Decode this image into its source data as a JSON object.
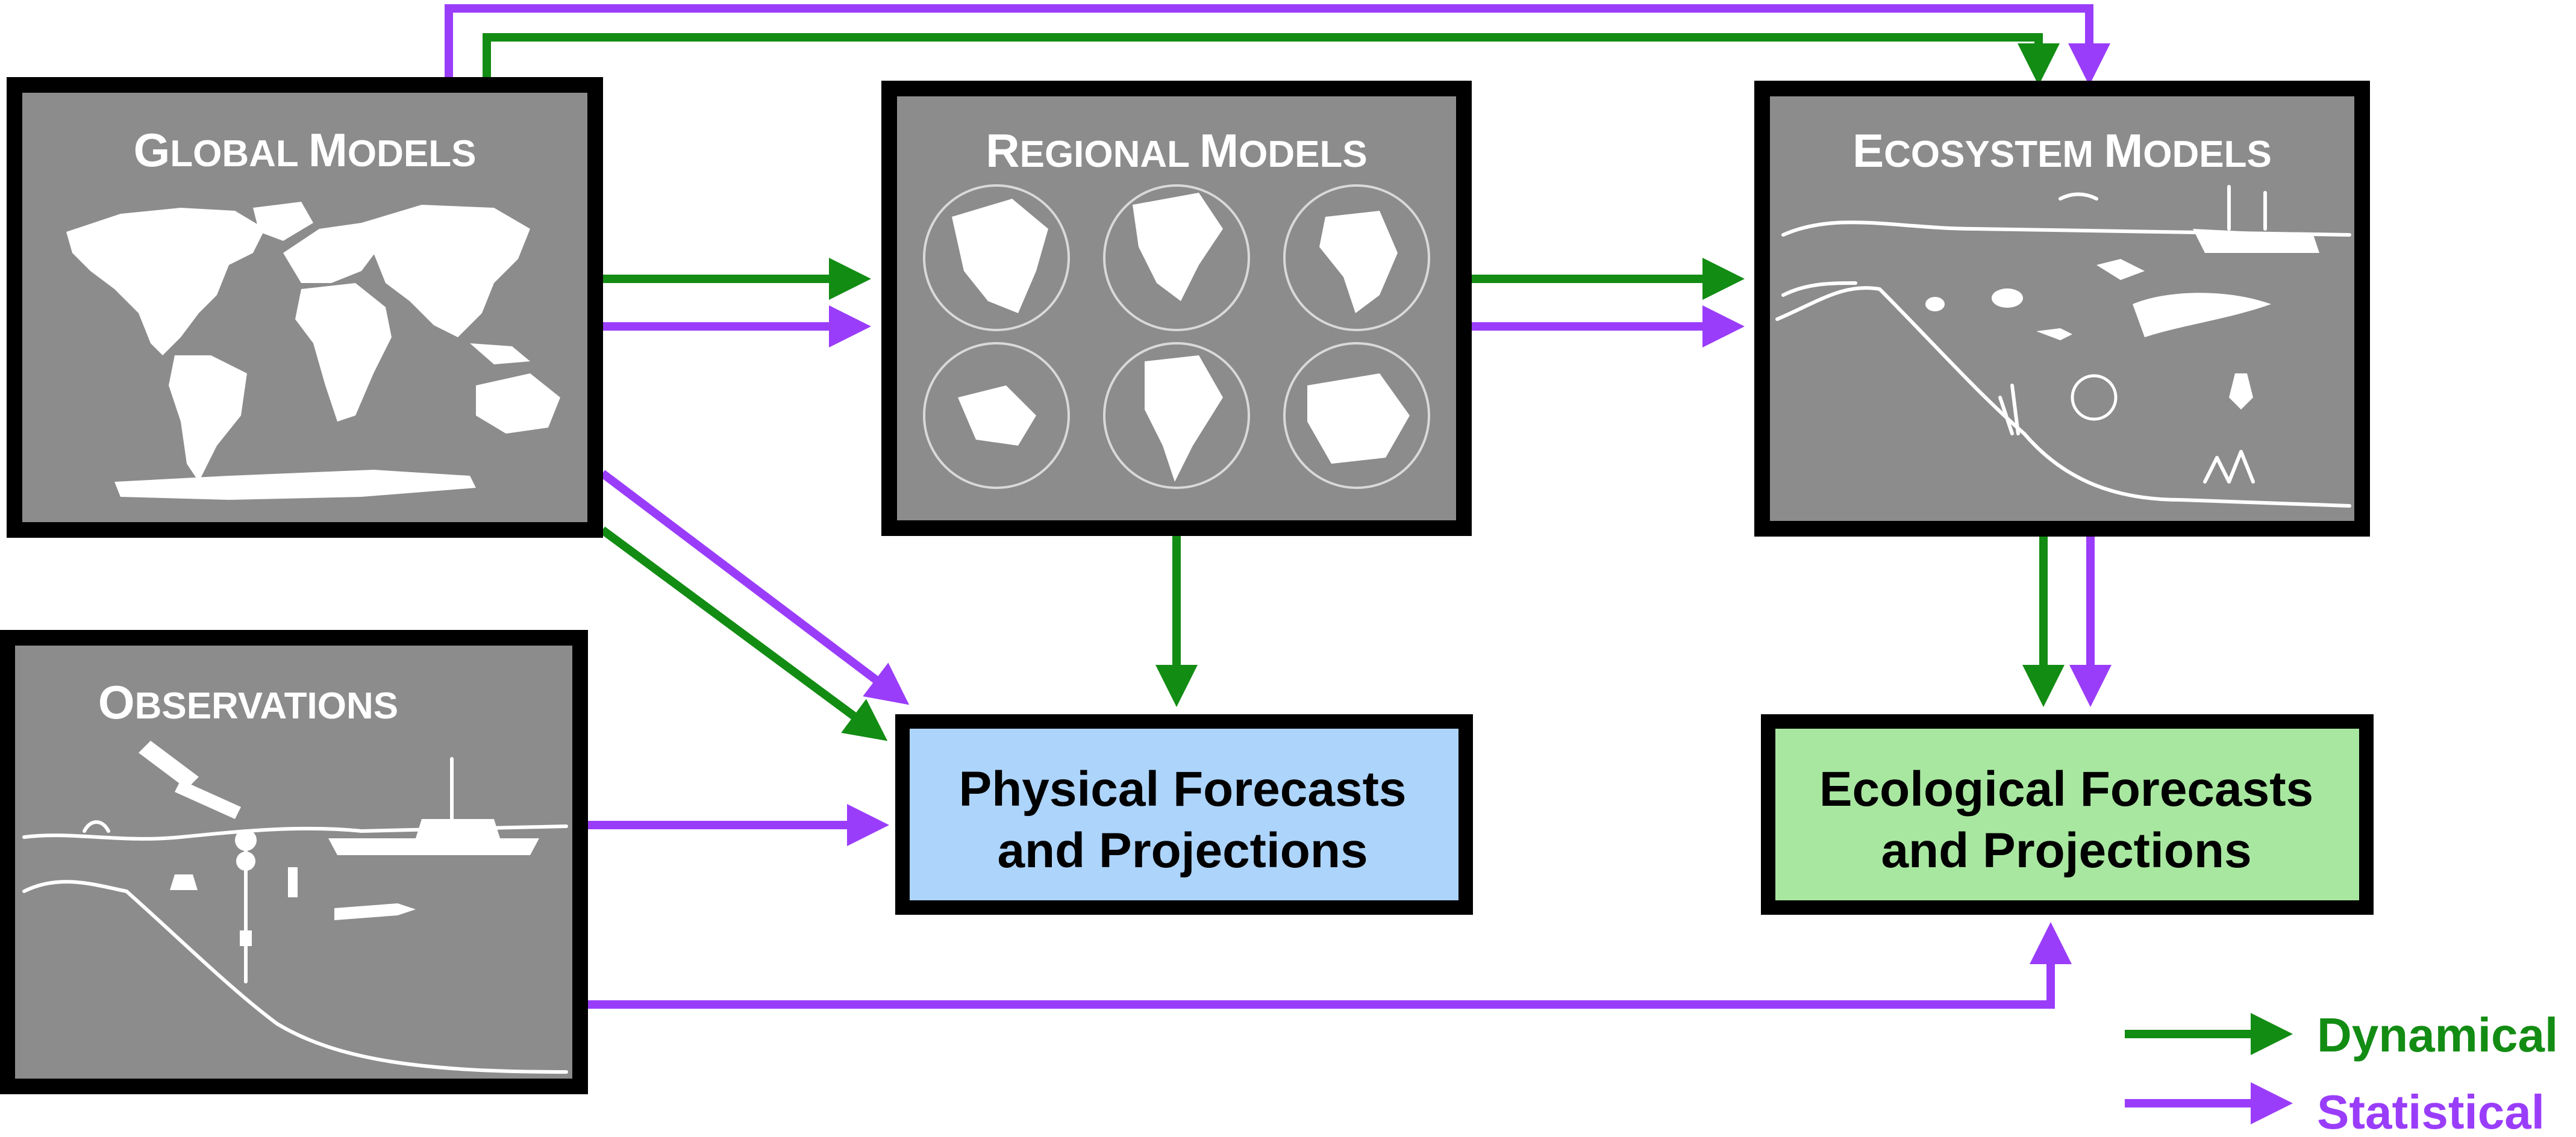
{
  "boxes": {
    "global_models": {
      "title_big": "G",
      "title_rest": "LOBAL ",
      "title_big2": "M",
      "title_rest2": "ODELS"
    },
    "regional_models": {
      "title_big": "R",
      "title_rest": "EGIONAL ",
      "title_big2": "M",
      "title_rest2": "ODELS"
    },
    "ecosystem_models": {
      "title_big": "E",
      "title_rest": "COSYSTEM ",
      "title_big2": "M",
      "title_rest2": "ODELS"
    },
    "observations": {
      "title_big": "O",
      "title_rest": "BSERVATIONS"
    },
    "physical_forecasts": {
      "line1": "Physical Forecasts",
      "line2": "and Projections"
    },
    "ecological_forecasts": {
      "line1": "Ecological Forecasts",
      "line2": "and Projections"
    }
  },
  "legend": {
    "dynamical": "Dynamical",
    "statistical": "Statistical"
  },
  "colors": {
    "dynamical": "#138c14",
    "statistical": "#9a3dfa",
    "panel_gray": "#8c8c8c",
    "physical_fill": "#add4fb",
    "ecological_fill": "#a8e7a0",
    "border": "#000000"
  }
}
